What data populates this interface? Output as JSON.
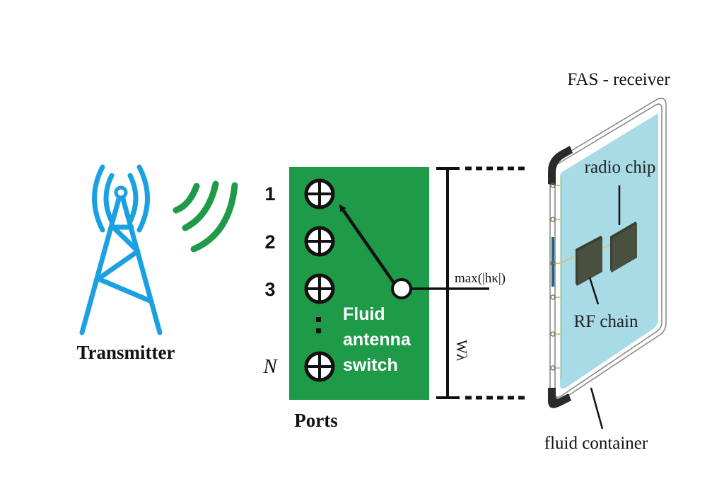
{
  "transmitter": {
    "label": "Transmitter",
    "tower_color": "#1ba1e2",
    "wave_color": "#1f9a48"
  },
  "ports": {
    "caption": "Ports",
    "labels": [
      "1",
      "2",
      "3",
      "N"
    ],
    "ellipsis": ":",
    "panel_color": "#1f9a48"
  },
  "switch": {
    "label_lines": [
      "Fluid",
      "antenna",
      "switch"
    ]
  },
  "measurement": {
    "selection_label": "max(|hκ|)",
    "width_label": "Wλ"
  },
  "receiver": {
    "title": "FAS - receiver",
    "radio_chip_label": "radio chip",
    "rf_chain_label": "RF chain",
    "fluid_container_label": "fluid container",
    "screen_color": "#a9dbe6",
    "chip_color": "#4a5040"
  }
}
